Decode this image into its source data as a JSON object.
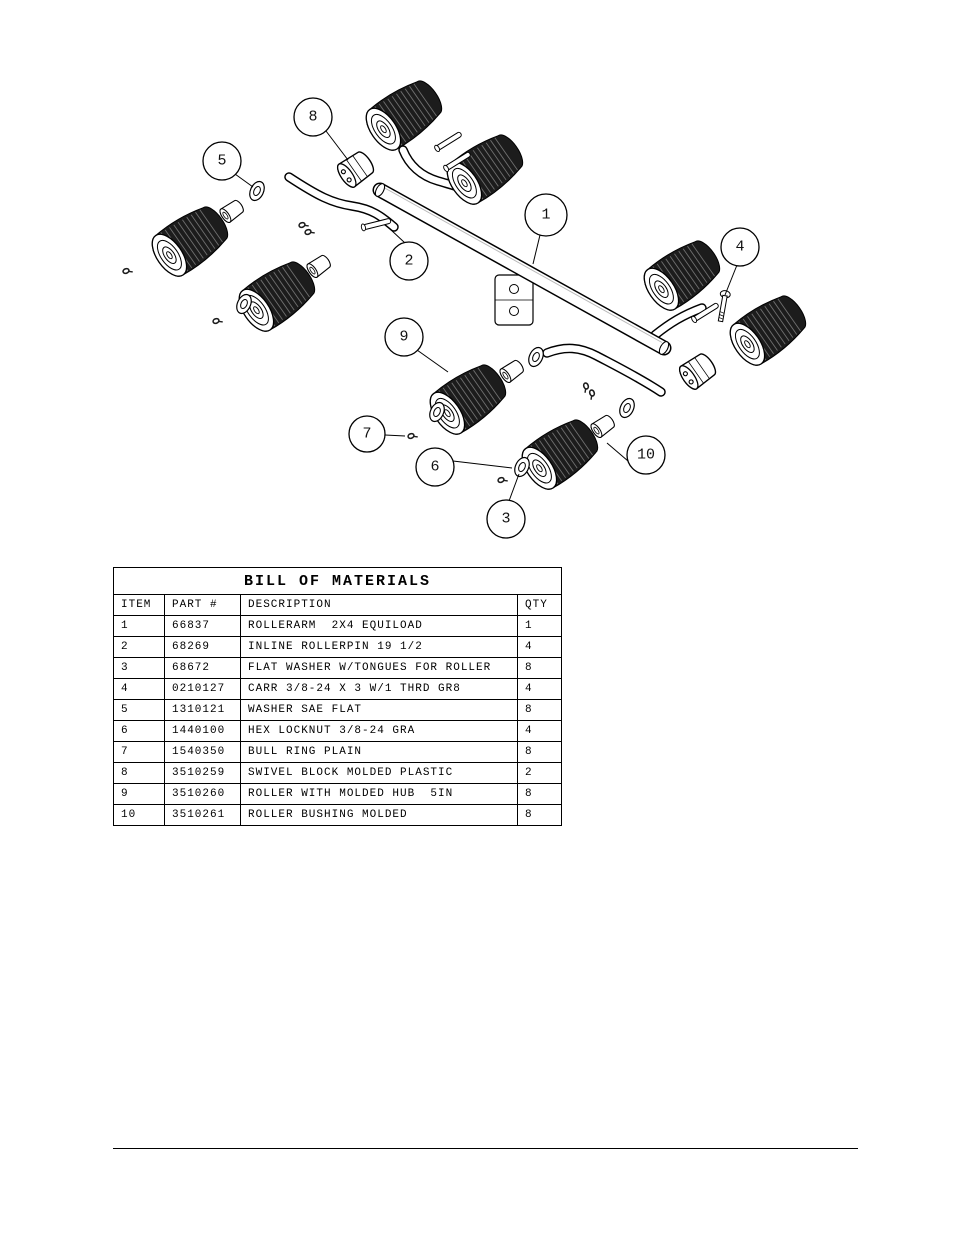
{
  "diagram": {
    "callouts": [
      {
        "label": "1"
      },
      {
        "label": "2"
      },
      {
        "label": "3"
      },
      {
        "label": "4"
      },
      {
        "label": "5"
      },
      {
        "label": "6"
      },
      {
        "label": "7"
      },
      {
        "label": "8"
      },
      {
        "label": "9"
      },
      {
        "label": "10"
      }
    ]
  },
  "bom": {
    "title": "BILL OF MATERIALS",
    "headers": {
      "item": "ITEM",
      "part": "PART #",
      "description": "DESCRIPTION",
      "qty": "QTY"
    },
    "rows": [
      {
        "item": "1",
        "part": "66837",
        "description": "ROLLERARM  2X4 EQUILOAD",
        "qty": "1"
      },
      {
        "item": "2",
        "part": "68269",
        "description": "INLINE ROLLERPIN 19 1/2",
        "qty": "4"
      },
      {
        "item": "3",
        "part": "68672",
        "description": "FLAT WASHER W/TONGUES FOR ROLLER",
        "qty": "8"
      },
      {
        "item": "4",
        "part": "0210127",
        "description": "CARR 3/8-24 X 3 W/1 THRD GR8",
        "qty": "4"
      },
      {
        "item": "5",
        "part": "1310121",
        "description": "WASHER SAE FLAT",
        "qty": "8"
      },
      {
        "item": "6",
        "part": "1440100",
        "description": "HEX LOCKNUT 3/8-24 GRA",
        "qty": "4"
      },
      {
        "item": "7",
        "part": "1540350",
        "description": "BULL RING PLAIN",
        "qty": "8"
      },
      {
        "item": "8",
        "part": "3510259",
        "description": "SWIVEL BLOCK MOLDED PLASTIC",
        "qty": "2"
      },
      {
        "item": "9",
        "part": "3510260",
        "description": "ROLLER WITH MOLDED HUB  5IN",
        "qty": "8"
      },
      {
        "item": "10",
        "part": "3510261",
        "description": "ROLLER BUSHING MOLDED",
        "qty": "8"
      }
    ]
  }
}
